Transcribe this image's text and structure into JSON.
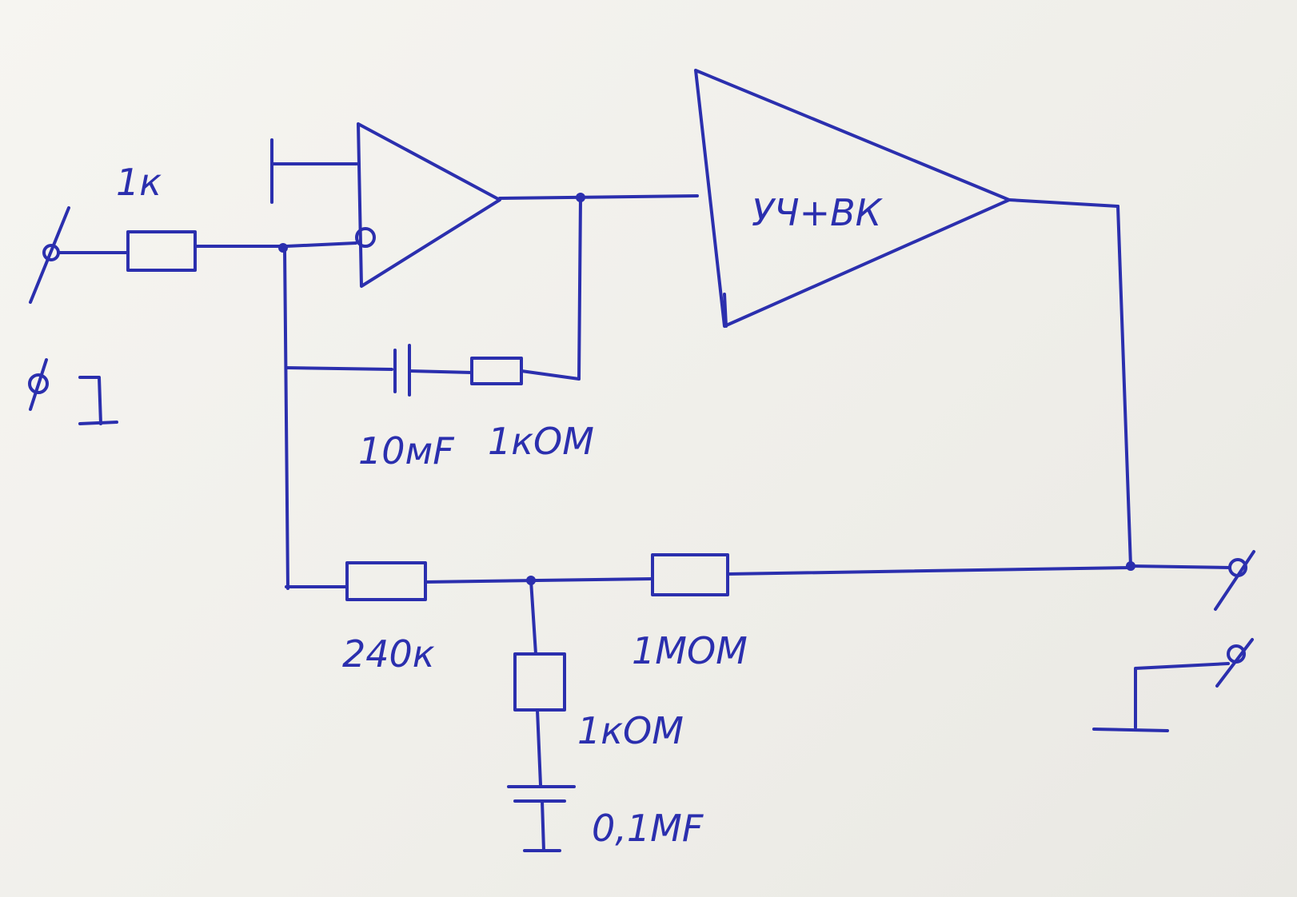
{
  "ink_color": "#2b2fae",
  "paper_color": "#f3f2ee",
  "labels": {
    "input_resistor": "1к",
    "amp2": "УЧ+ВК",
    "capacitor_feedback": "10мF",
    "resistor_feedback": "1кОМ",
    "resistor_240k": "240к",
    "resistor_1mom": "1МОМ",
    "resistor_1kom_shunt": "1кОМ",
    "capacitor_shunt": "0,1МF"
  }
}
